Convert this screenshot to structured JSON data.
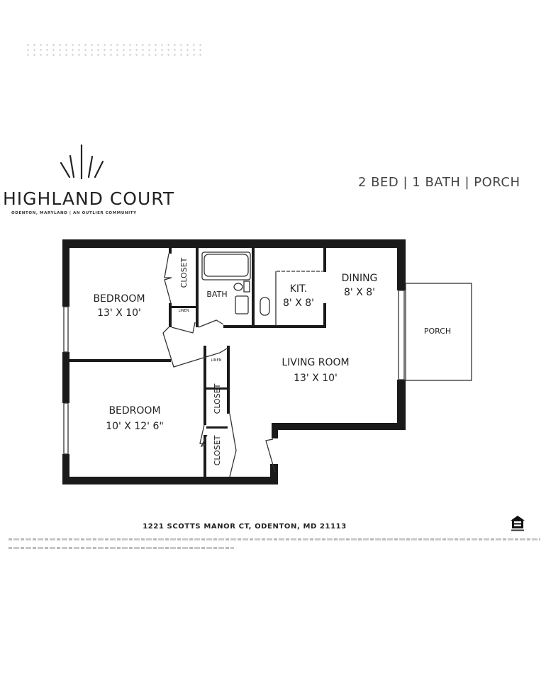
{
  "header": {
    "brand_name": "HIGHLAND COURT",
    "brand_tagline": "ODENTON, MARYLAND | AN OUTLIER COMMUNITY",
    "unit_summary": "2 BED | 1 BATH | PORCH"
  },
  "floorplan": {
    "rooms": [
      {
        "name": "BEDROOM",
        "size": "13' X 10'"
      },
      {
        "name": "BEDROOM",
        "size": "10' X 12' 6\""
      },
      {
        "name": "BATH"
      },
      {
        "name": "KIT.",
        "size": "8' X 8'"
      },
      {
        "name": "DINING",
        "size": "8' X 8'"
      },
      {
        "name": "LIVING ROOM",
        "size": "13' X 10'"
      },
      {
        "name": "PORCH"
      }
    ],
    "closet_label": "CLOSET",
    "linen_label": "LINEN"
  },
  "footer": {
    "address": "1221 SCOTTS MANOR CT, ODENTON, MD 21113",
    "equal_housing_icon": "equal-housing-opportunity-icon"
  }
}
